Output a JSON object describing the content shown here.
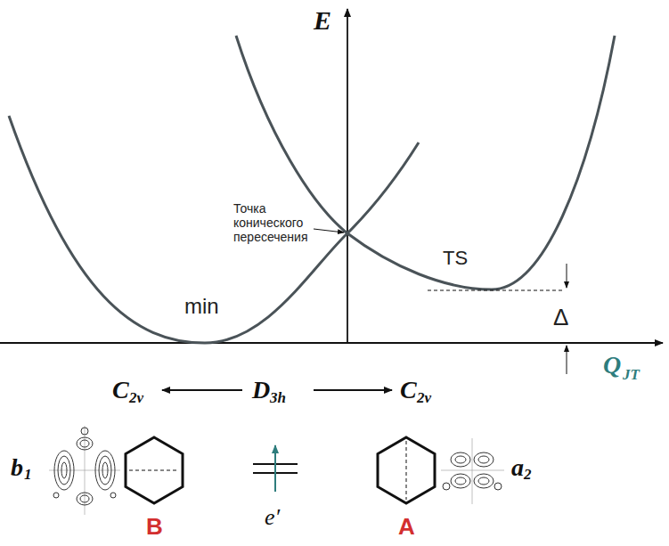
{
  "diagram": {
    "labels": [
      "E",
      "Точка конического пересечения",
      "TS",
      "min",
      "Δ",
      "Q",
      "JT",
      "C",
      "2v",
      "D",
      "3h",
      "C",
      "2v",
      "b",
      "1",
      "B",
      "e′",
      "A",
      "a",
      "2"
    ]
  }
}
